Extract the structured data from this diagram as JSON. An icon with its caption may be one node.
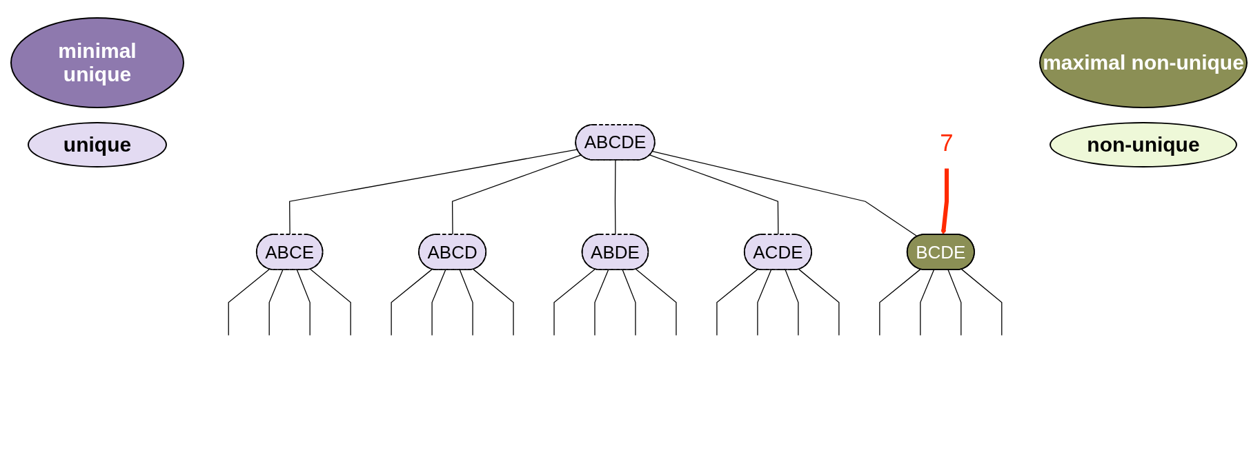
{
  "diagram": {
    "nodes": [
      {
        "text": [
          "ABCDE"
        ]
      },
      {
        "text": [
          "ABCE"
        ]
      },
      {
        "text": [
          "ABCD"
        ]
      },
      {
        "text": [
          "ABDE"
        ]
      },
      {
        "text": [
          "ACDE"
        ]
      },
      {
        "text": [
          "BCDE"
        ]
      },
      {
        "text": [
          "7"
        ]
      }
    ],
    "edges": [
      {
        "from": 0,
        "to": 1,
        "arrow": "none"
      },
      {
        "from": 0,
        "to": 2,
        "arrow": "none"
      },
      {
        "from": 0,
        "to": 3,
        "arrow": "none"
      },
      {
        "from": 0,
        "to": 4,
        "arrow": "none"
      },
      {
        "from": 0,
        "to": 5,
        "arrow": "none"
      },
      {
        "from": 1,
        "to": null,
        "arrow": "none"
      },
      {
        "from": 1,
        "to": null,
        "arrow": "none"
      },
      {
        "from": 1,
        "to": null,
        "arrow": "none"
      },
      {
        "from": 1,
        "to": null,
        "arrow": "none"
      },
      {
        "from": 2,
        "to": null,
        "arrow": "none"
      },
      {
        "from": 2,
        "to": null,
        "arrow": "none"
      },
      {
        "from": 2,
        "to": null,
        "arrow": "none"
      },
      {
        "from": 2,
        "to": null,
        "arrow": "none"
      },
      {
        "from": 3,
        "to": null,
        "arrow": "none"
      },
      {
        "from": 3,
        "to": null,
        "arrow": "none"
      },
      {
        "from": 3,
        "to": null,
        "arrow": "none"
      },
      {
        "from": 3,
        "to": null,
        "arrow": "none"
      },
      {
        "from": 4,
        "to": null,
        "arrow": "none"
      },
      {
        "from": 4,
        "to": null,
        "arrow": "none"
      },
      {
        "from": 4,
        "to": null,
        "arrow": "none"
      },
      {
        "from": 4,
        "to": null,
        "arrow": "none"
      },
      {
        "from": 5,
        "to": null,
        "arrow": "none"
      },
      {
        "from": 5,
        "to": null,
        "arrow": "none"
      },
      {
        "from": 5,
        "to": null,
        "arrow": "none"
      },
      {
        "from": 5,
        "to": null,
        "arrow": "none"
      },
      {
        "from": 6,
        "to": 5,
        "arrow": "to",
        "style": "thick",
        "color": "#ff2a00"
      }
    ],
    "legend": [
      {
        "text": "minimal unique",
        "color": "#8e79ae"
      },
      {
        "text": "unique",
        "color": "#e3dbf2"
      },
      {
        "text": "maximal non-unique",
        "color": "#8b8f55"
      },
      {
        "text": "non-unique",
        "color": "#eef8d8"
      }
    ]
  }
}
